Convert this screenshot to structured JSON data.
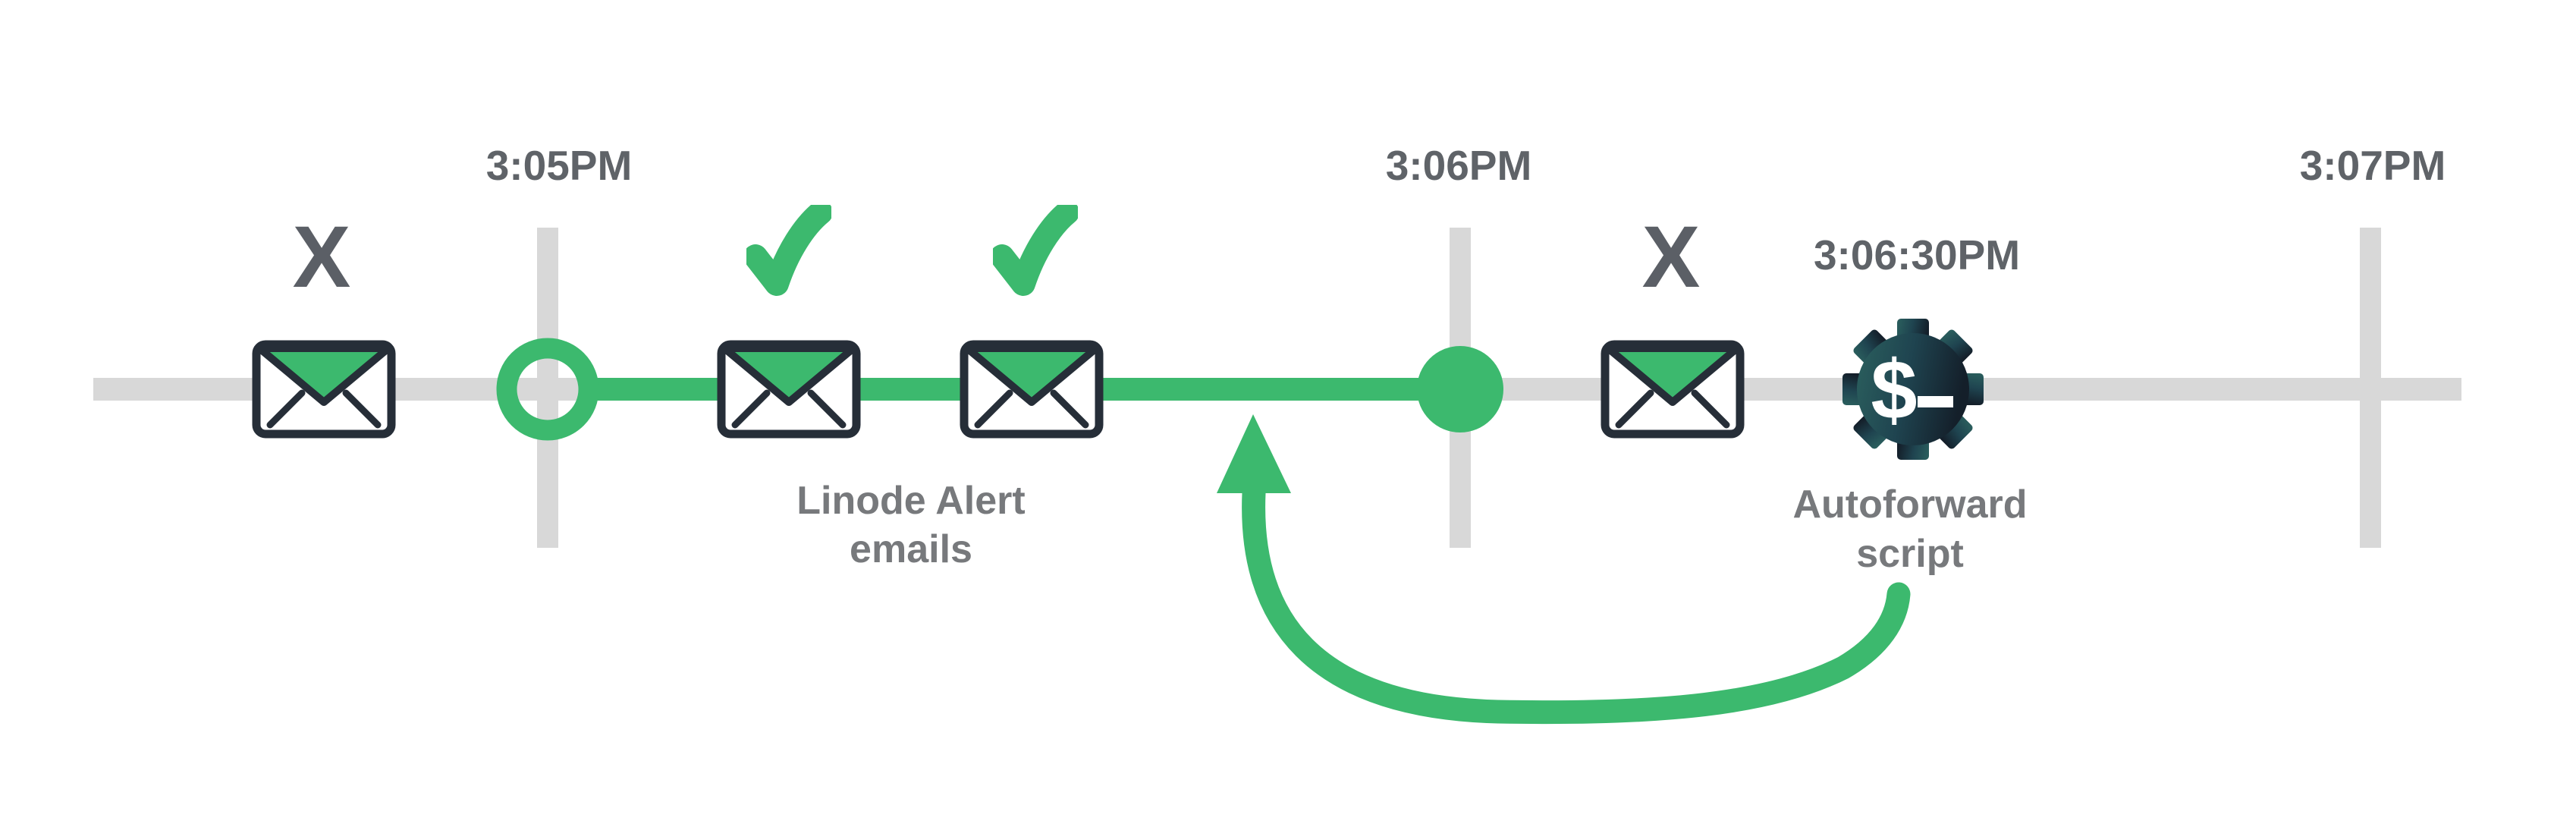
{
  "colors": {
    "green": "#3cb96e",
    "track": "#d8d8d8",
    "time-text": "#5f6368",
    "caption-text": "#77797c",
    "ink": "#262e38",
    "x-mark": "#5b5f66"
  },
  "timeline": {
    "tick_labels": [
      "3:05PM",
      "3:06PM",
      "3:07PM"
    ],
    "event_time_label": "3:06:30PM"
  },
  "markers": {
    "missed_mark": "X",
    "prompt_symbol": "$"
  },
  "captions": {
    "alert_emails": {
      "line1": "Linode Alert",
      "line2": "emails"
    },
    "autoforward": {
      "line1": "Autoforward",
      "line2": "script"
    }
  }
}
